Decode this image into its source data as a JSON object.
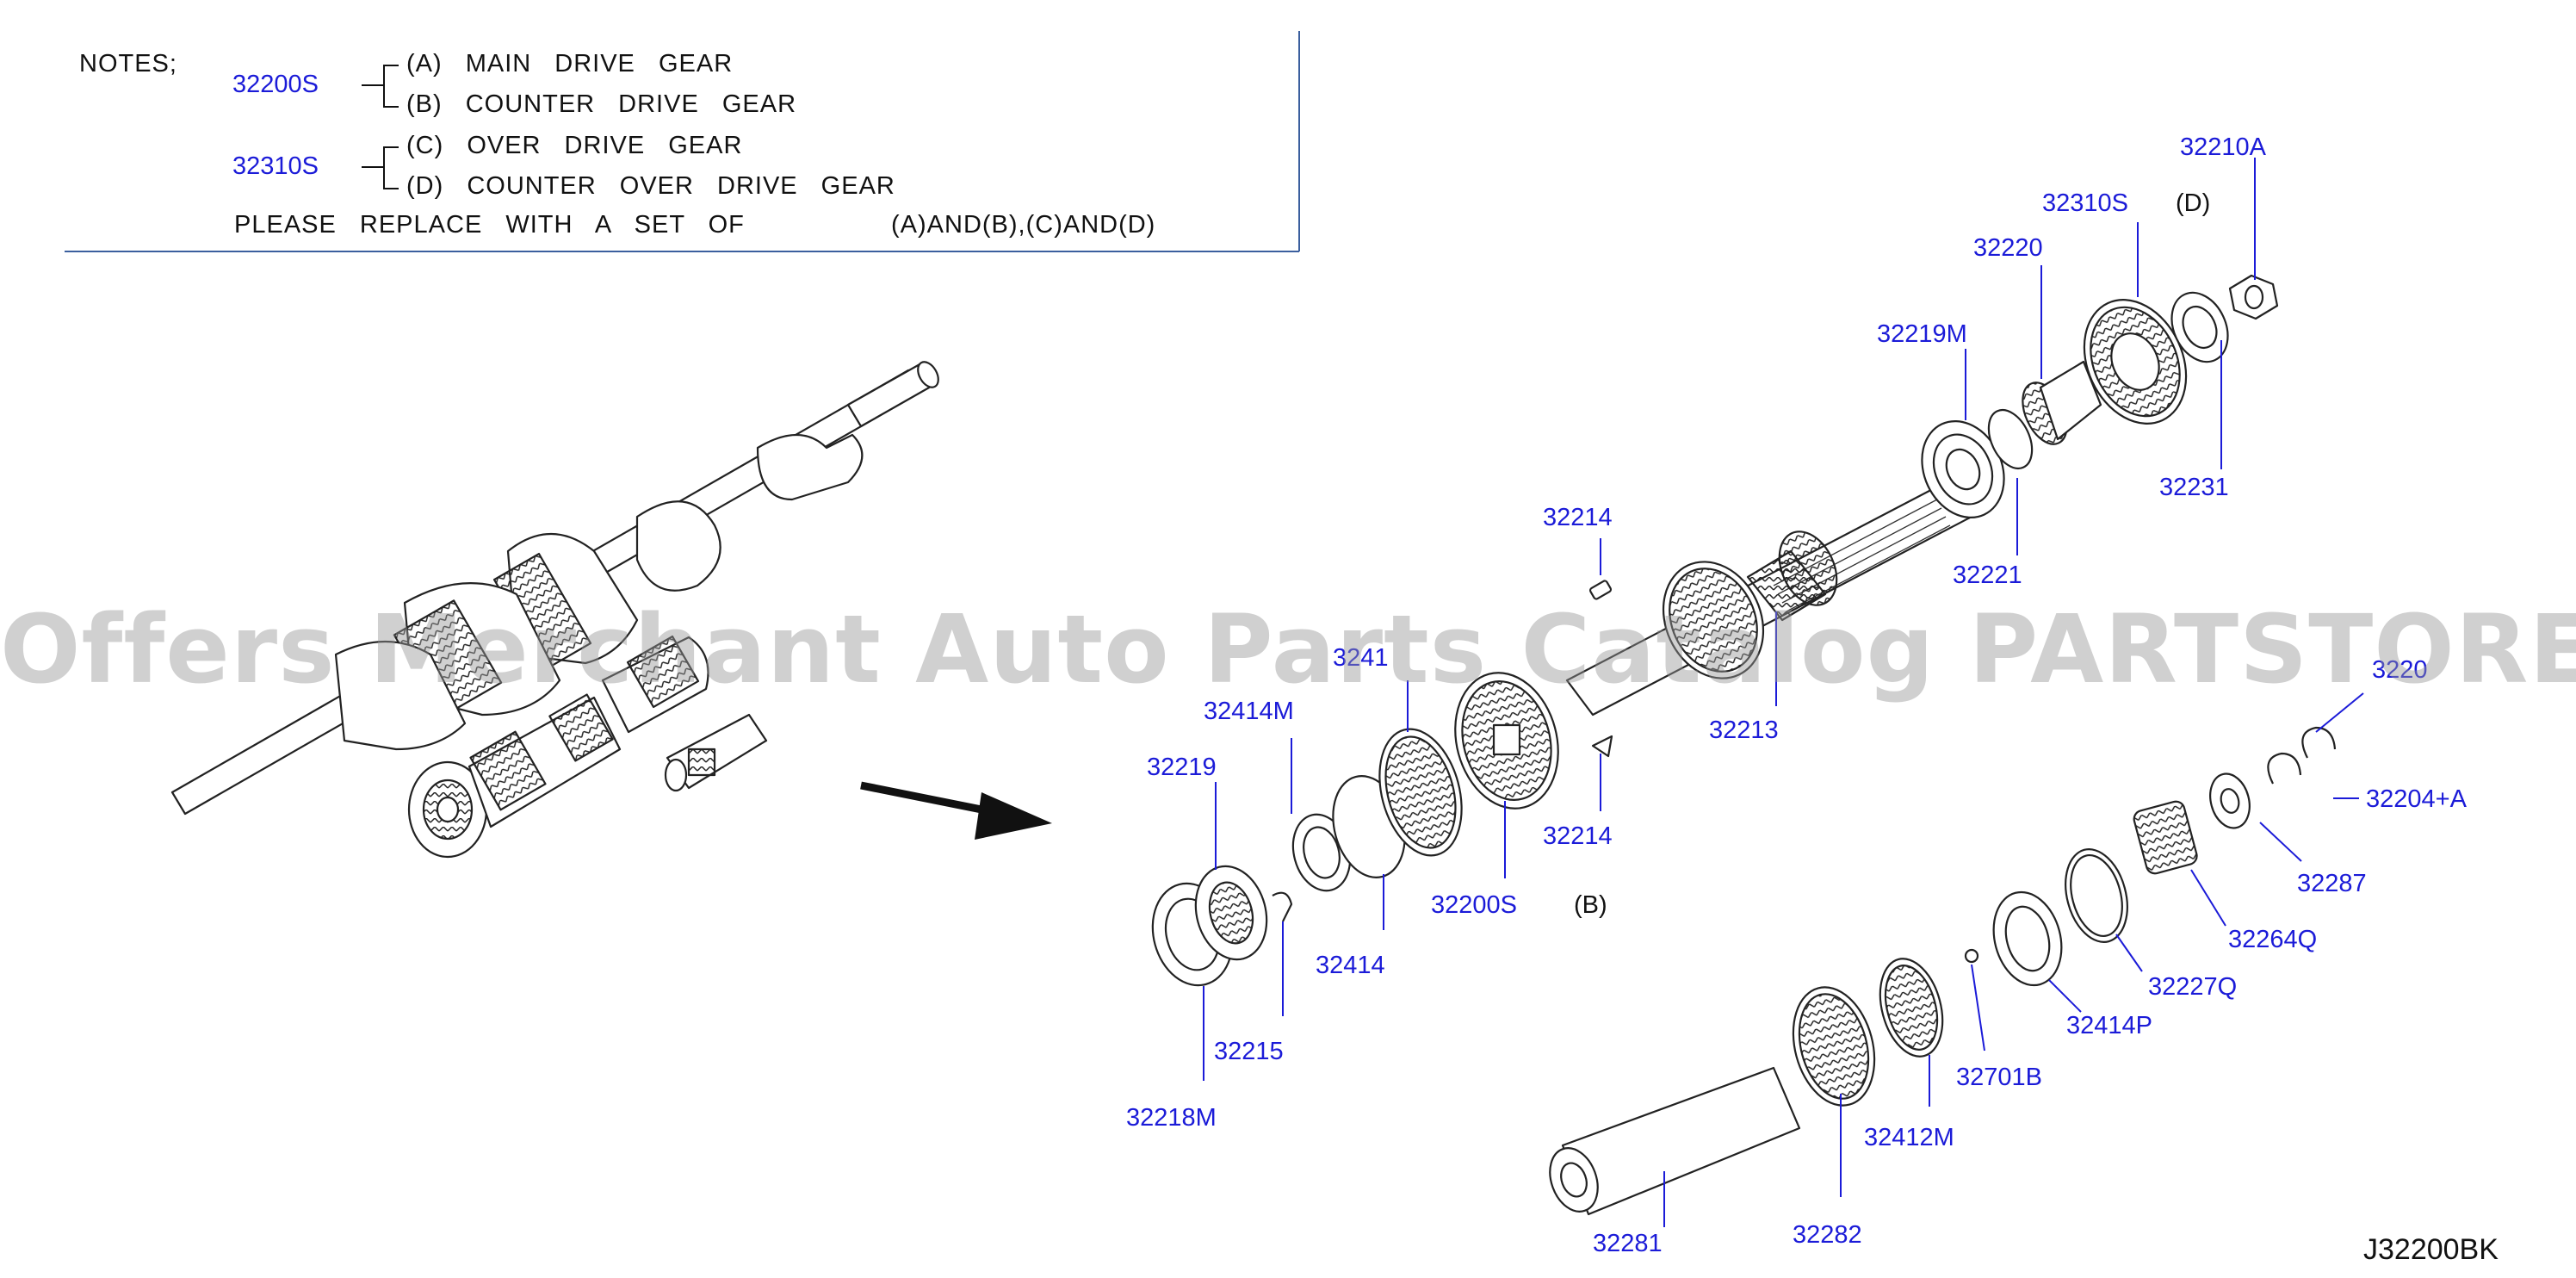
{
  "notes": {
    "heading": "NOTES;",
    "group_1": {
      "code": "32200S",
      "line_a": "(A) MAIN DRIVE GEAR",
      "line_b": "(B) COUNTER DRIVE GEAR"
    },
    "group_2": {
      "code": "32310S",
      "line_c": "(C) OVER DRIVE GEAR",
      "line_d": "(D) COUNTER OVER DRIVE GEAR"
    },
    "replace_text": "PLEASE REPLACE WITH A SET OF",
    "replace_sets": "(A)AND(B),(C)AND(D)"
  },
  "callouts": {
    "p32210A": "32210A",
    "p32310S": "32310S",
    "label_D": "(D)",
    "p32220": "32220",
    "p32219M": "32219M",
    "p32231": "32231",
    "p32221": "32221",
    "p32214_top": "32214",
    "p32213": "32213",
    "p32414M": "32414M",
    "p32413_partial": "3241",
    "p32219": "32219",
    "p32214_bottom": "32214",
    "p32200S": "32200S",
    "label_B": "(B)",
    "p32414": "32414",
    "p32215": "32215",
    "p32218M": "32218M",
    "p32205_partial": "3220",
    "p32204A": "32204+A",
    "p32287": "32287",
    "p32264Q": "32264Q",
    "p32227Q": "32227Q",
    "p32414P": "32414P",
    "p32701B": "32701B",
    "p32412M": "32412M",
    "p32282": "32282",
    "p32281": "32281"
  },
  "watermark": "Offers Merchant Auto Parts Catalog PARTSTORE.SA",
  "diagram_id": "J32200BK",
  "colors": {
    "callout": "#1b1bd8",
    "line": "#111111",
    "notes_border": "#3b5f9e"
  }
}
